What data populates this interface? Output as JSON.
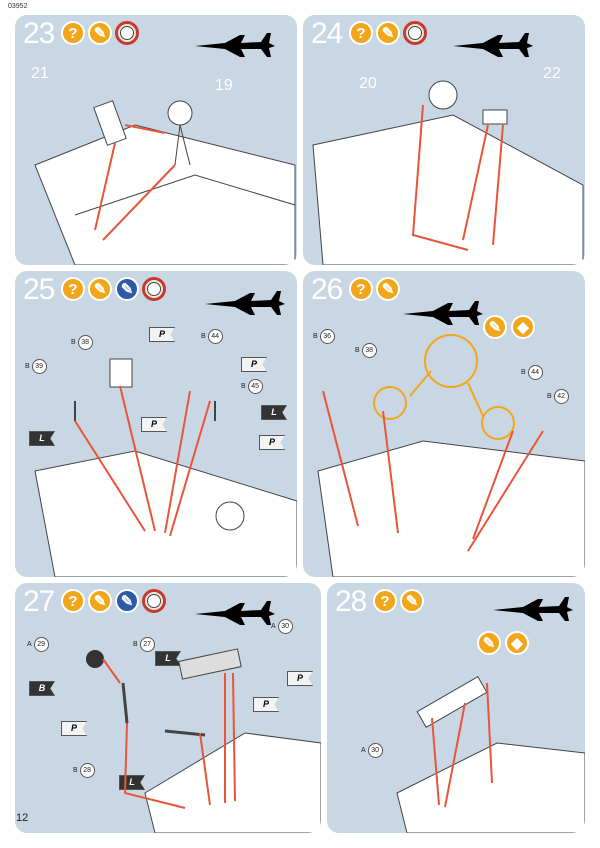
{
  "page": {
    "code": "03952",
    "number": "12"
  },
  "steps": [
    {
      "num": "23",
      "parts": [
        "21",
        "19"
      ]
    },
    {
      "num": "24",
      "parts": [
        "20",
        "22"
      ]
    },
    {
      "num": "25",
      "parts": [
        {
          "sprue": "B",
          "num": "38"
        },
        {
          "sprue": "B",
          "num": "44"
        },
        {
          "sprue": "B",
          "num": "39"
        },
        {
          "sprue": "B",
          "num": "45"
        }
      ],
      "flags": [
        "P",
        "P",
        "P",
        "P",
        "L",
        "L"
      ]
    },
    {
      "num": "26",
      "parts": [
        {
          "sprue": "B",
          "num": "36"
        },
        {
          "sprue": "B",
          "num": "38"
        },
        {
          "sprue": "B",
          "num": "44"
        },
        {
          "sprue": "B",
          "num": "42"
        }
      ]
    },
    {
      "num": "27",
      "parts": [
        {
          "sprue": "A",
          "num": "29"
        },
        {
          "sprue": "B",
          "num": "27"
        },
        {
          "sprue": "A",
          "num": "30"
        },
        {
          "sprue": "B",
          "num": "28"
        }
      ],
      "flags": [
        "B",
        "L",
        "P",
        "P",
        "P",
        "L"
      ]
    },
    {
      "num": "28",
      "parts": [
        {
          "sprue": "A",
          "num": "30"
        }
      ]
    }
  ],
  "icons": {
    "help": "?",
    "colors": {
      "orange": "#f2a71b",
      "panel": "#c9d6e3",
      "arrow": "#e8553a"
    }
  }
}
